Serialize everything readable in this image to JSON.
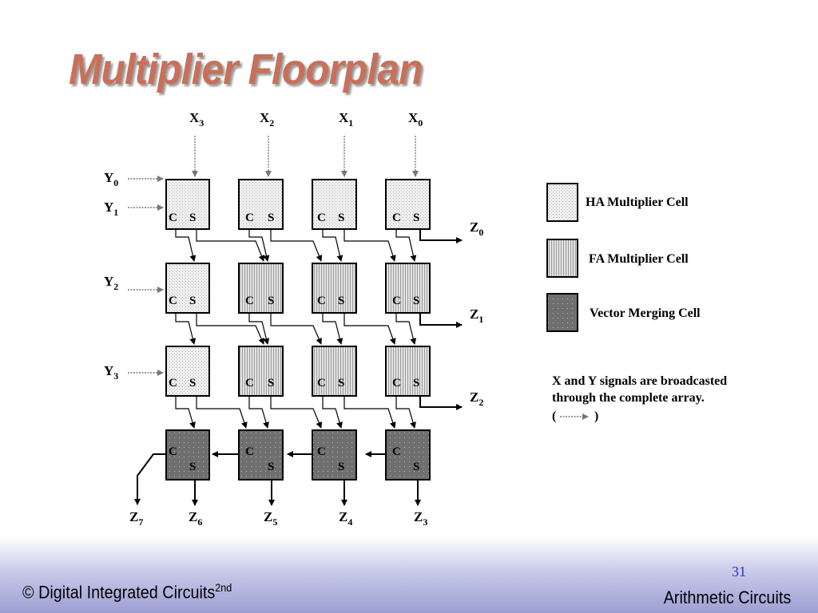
{
  "title": "Multiplier Floorplan",
  "inputs": {
    "x": [
      "X3",
      "X2",
      "X1",
      "X0"
    ],
    "y": [
      "Y0",
      "Y1",
      "Y2",
      "Y3"
    ]
  },
  "outputs": [
    "Z0",
    "Z1",
    "Z2",
    "Z3",
    "Z4",
    "Z5",
    "Z6",
    "Z7"
  ],
  "cell_ports": {
    "carry": "C",
    "sum": "S"
  },
  "legend": {
    "ha": "HA Multiplier Cell",
    "fa": "FA Multiplier Cell",
    "vm": "Vector Merging Cell"
  },
  "note": {
    "line1": "X and Y signals are broadcasted",
    "line2": "through the complete array.",
    "paren_open": "(",
    "paren_close": ")"
  },
  "footer": {
    "left": "© Digital Integrated Circuits",
    "left_sup": "2nd",
    "right": "Arithmetic Circuits",
    "page": "31"
  }
}
